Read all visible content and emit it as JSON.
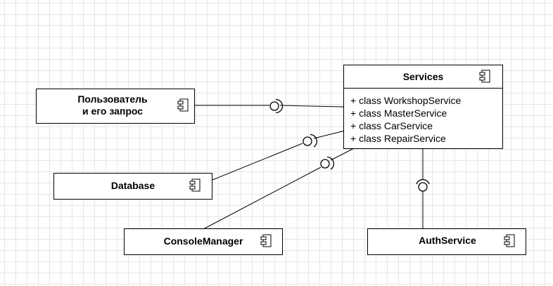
{
  "components": {
    "user": {
      "title_line1": "Пользователь",
      "title_line2": "и его запрос",
      "icon": "component-icon"
    },
    "services": {
      "title": "Services",
      "icon": "component-icon",
      "attributes": [
        "+ class WorkshopService",
        "+ class MasterService",
        "+ class CarService",
        "+ class RepairService"
      ]
    },
    "database": {
      "title": "Database",
      "icon": "component-icon"
    },
    "console_manager": {
      "title": "ConsoleManager",
      "icon": "component-icon"
    },
    "auth_service": {
      "title": "AuthService",
      "icon": "component-icon"
    }
  },
  "interfaces": [
    {
      "from": "user",
      "to": "services",
      "type": "provided-required"
    },
    {
      "from": "database",
      "to": "services",
      "type": "provided-required"
    },
    {
      "from": "console_manager",
      "to": "services",
      "type": "provided-required"
    },
    {
      "from": "auth_service",
      "to": "services",
      "type": "provided-required"
    }
  ],
  "colors": {
    "stroke": "#000000",
    "fill": "#ffffff",
    "grid": "#e6e6e6"
  }
}
